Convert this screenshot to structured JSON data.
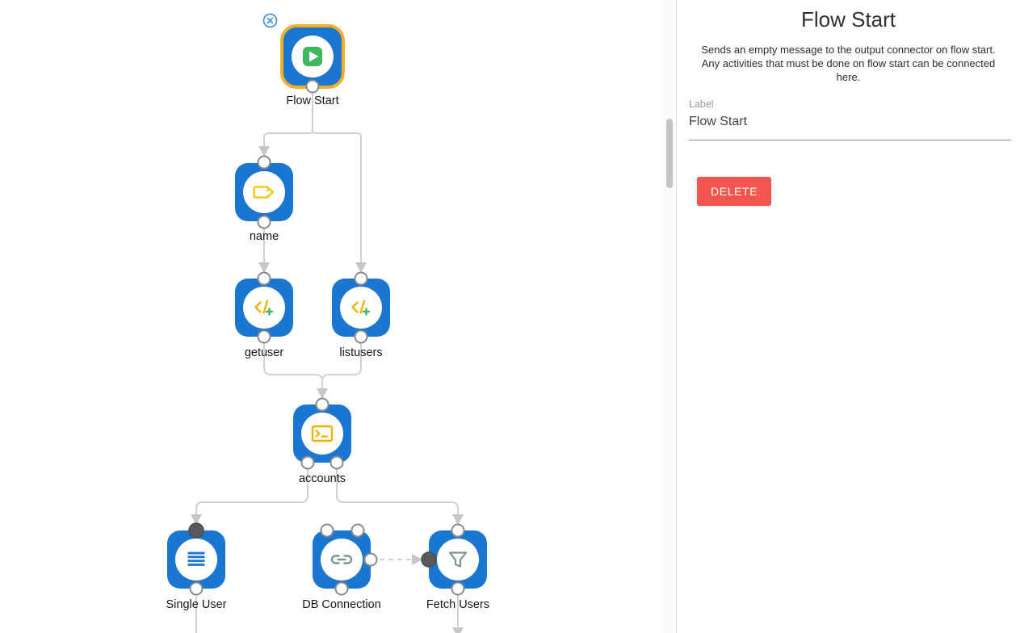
{
  "panel": {
    "title": "Flow Start",
    "description": "Sends an empty message to the output connector on flow start. Any activities that must be done on flow start can be connected here.",
    "label_field": {
      "label": "Label",
      "value": "Flow Start"
    },
    "delete_button": "DELETE"
  },
  "colors": {
    "node_blue": "#1B76D2",
    "selection_ring": "#F3AF25",
    "edge_gray": "#d2d2d2",
    "arrow_gray": "#c6c6c6",
    "port_border": "#8a8a8a",
    "dark_port": "#58595b",
    "icon_yellow": "#F2C300",
    "icon_green": "#3CB95D",
    "icon_gray": "#7E9496",
    "delete_red": "#F2564F"
  },
  "canvas": {
    "nodes": [
      {
        "id": "flow-start",
        "label": "Flow Start",
        "icon": "play-icon",
        "selected": true
      },
      {
        "id": "name",
        "label": "name",
        "icon": "tag-icon",
        "selected": false
      },
      {
        "id": "getuser",
        "label": "getuser",
        "icon": "code-add-icon",
        "selected": false
      },
      {
        "id": "listusers",
        "label": "listusers",
        "icon": "code-add-icon",
        "selected": false
      },
      {
        "id": "accounts",
        "label": "accounts",
        "icon": "terminal-icon",
        "selected": false
      },
      {
        "id": "single-user",
        "label": "Single User",
        "icon": "list-icon",
        "selected": false
      },
      {
        "id": "db-connection",
        "label": "DB Connection",
        "icon": "link-icon",
        "selected": false
      },
      {
        "id": "fetch-users",
        "label": "Fetch Users",
        "icon": "filter-icon",
        "selected": false
      }
    ],
    "edges": [
      {
        "from": "flow-start",
        "to": "name",
        "style": "solid"
      },
      {
        "from": "flow-start",
        "to": "listusers",
        "style": "solid"
      },
      {
        "from": "name",
        "to": "getuser",
        "style": "solid"
      },
      {
        "from": "getuser",
        "to": "accounts",
        "style": "solid"
      },
      {
        "from": "listusers",
        "to": "accounts",
        "style": "solid"
      },
      {
        "from": "accounts",
        "to": "single-user",
        "style": "solid"
      },
      {
        "from": "accounts",
        "to": "fetch-users",
        "style": "solid"
      },
      {
        "from": "db-connection",
        "to": "fetch-users",
        "style": "dashed"
      },
      {
        "from": "single-user",
        "to": "offscreen-below",
        "style": "solid"
      },
      {
        "from": "fetch-users",
        "to": "offscreen-below",
        "style": "solid"
      }
    ]
  }
}
